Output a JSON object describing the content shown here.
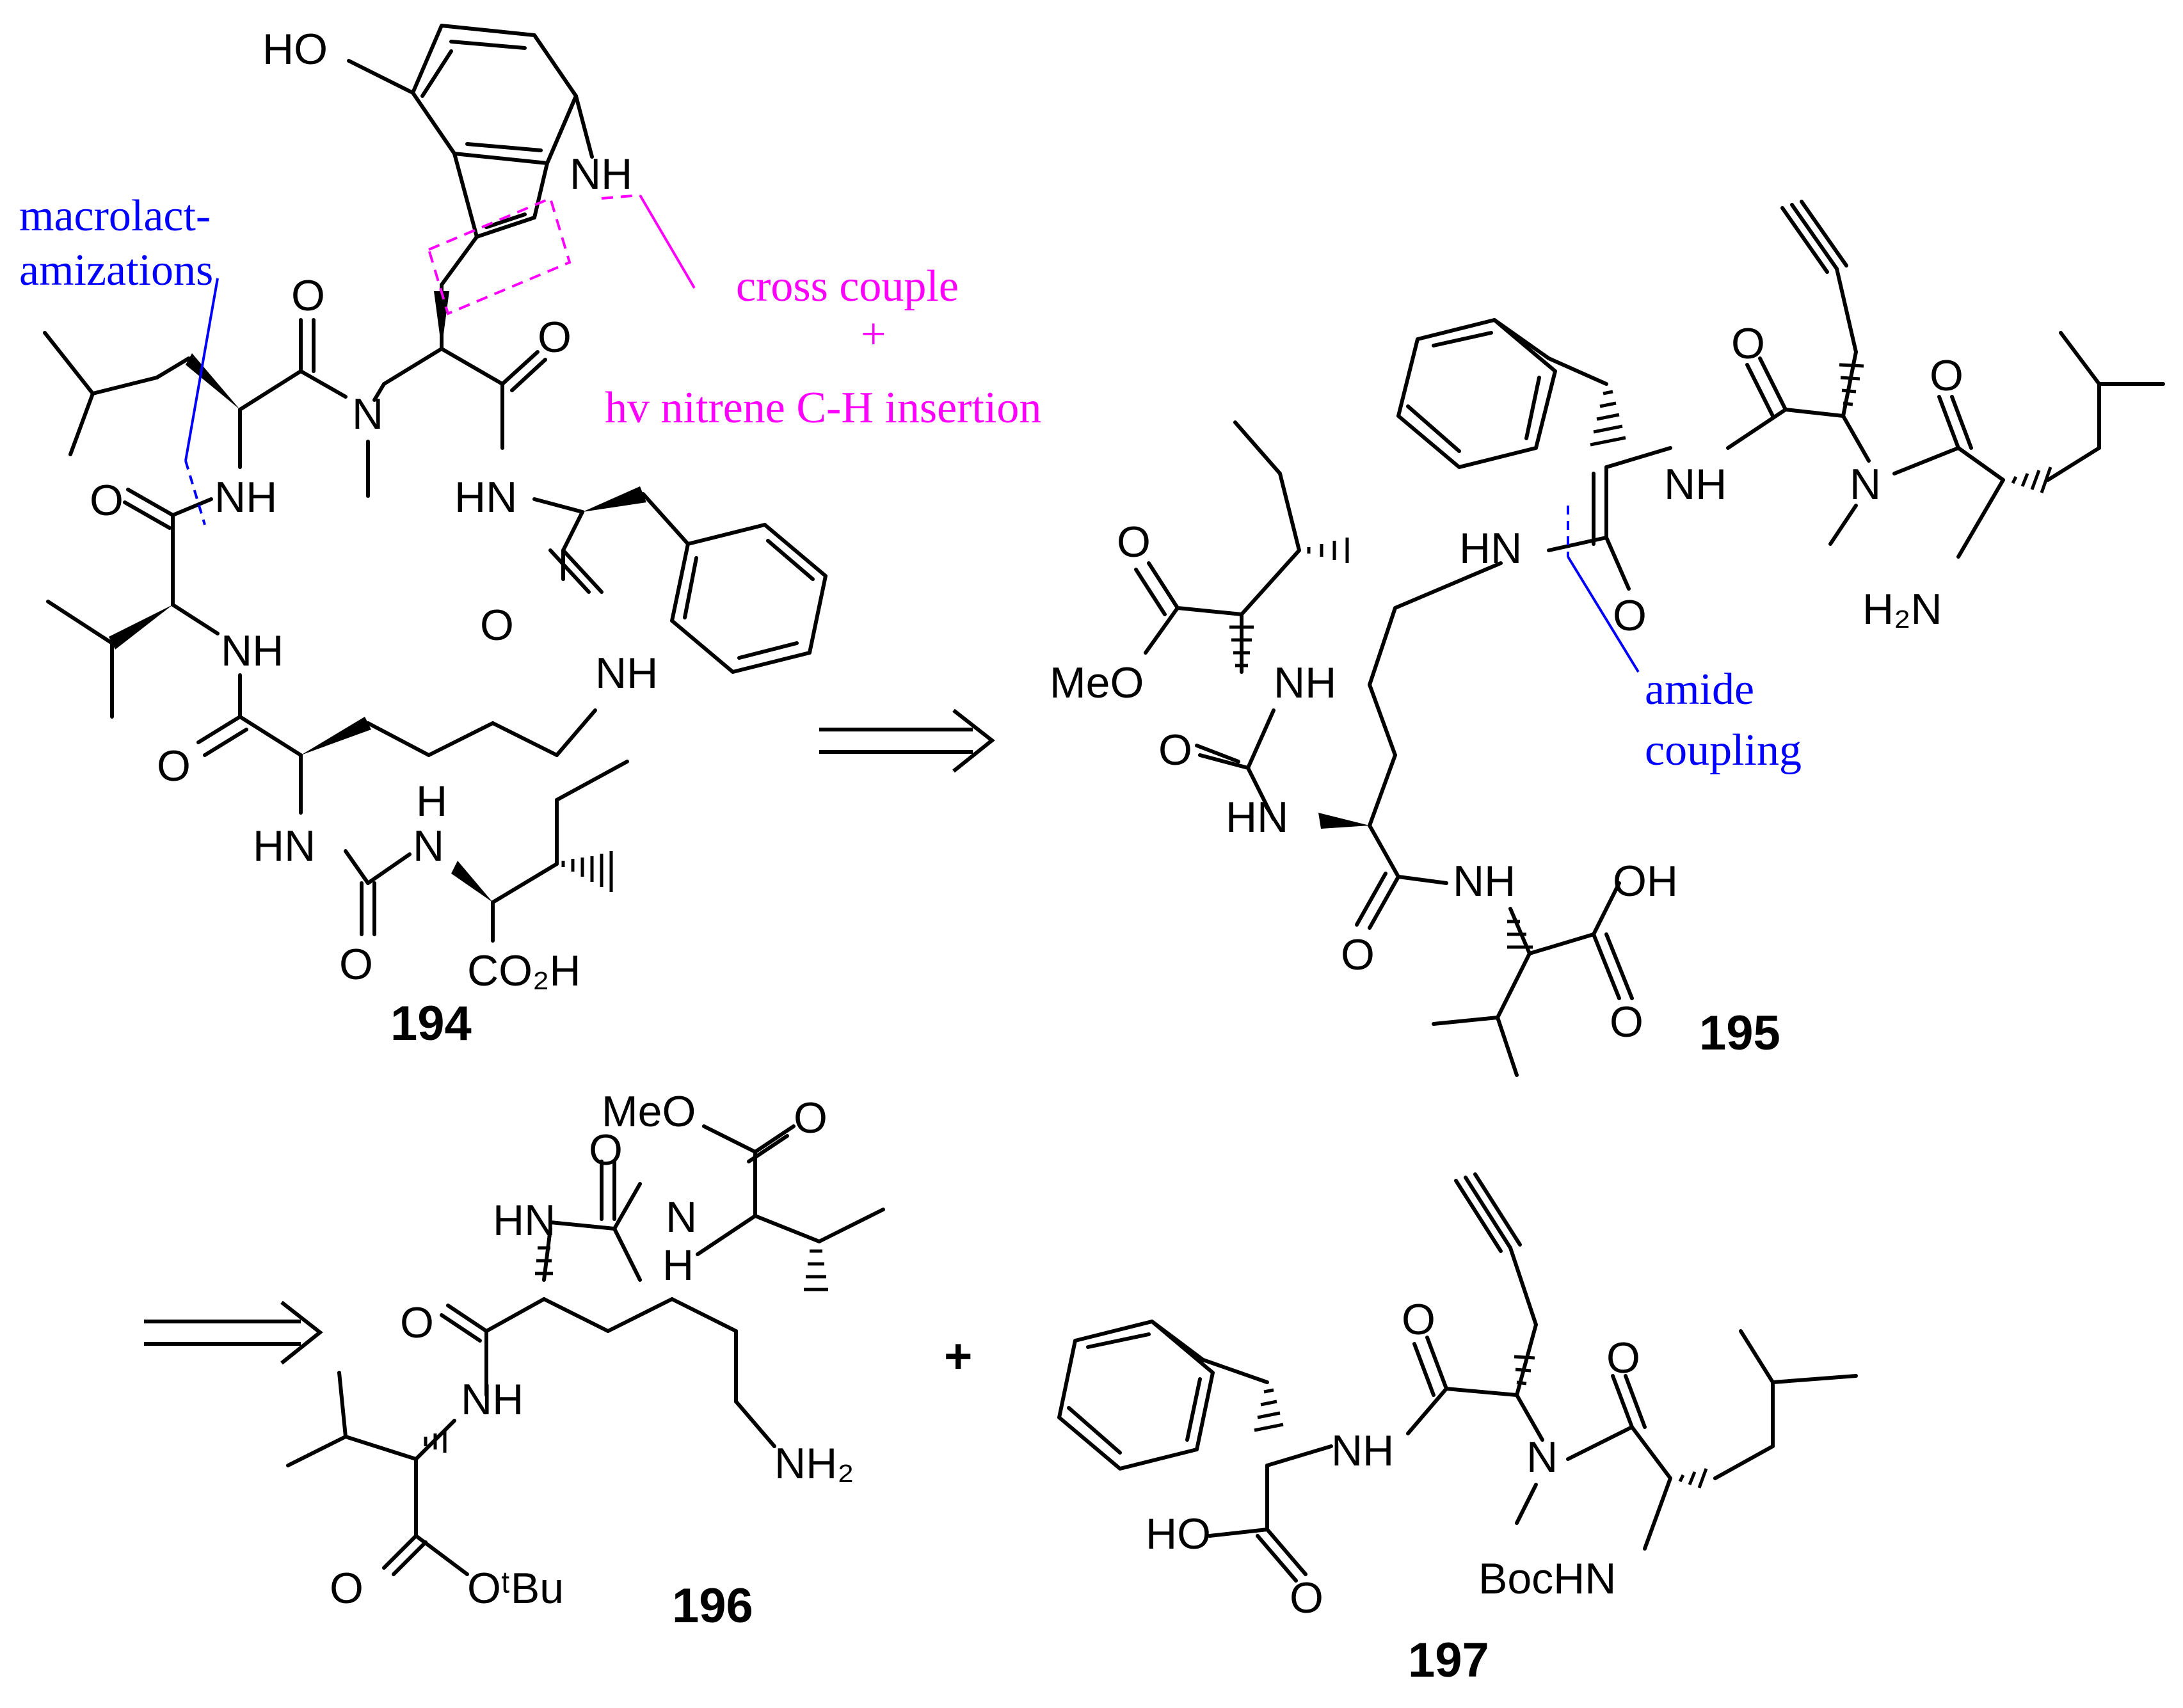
{
  "compounds": {
    "c194": "194",
    "c195": "195",
    "c196": "196",
    "c197": "197"
  },
  "atoms_194": {
    "ho": "HO",
    "nh_indole": "NH",
    "o_leu": "O",
    "o_trp": "O",
    "n_me": "N",
    "nh_leu": "NH",
    "hn_phe": "HN",
    "o_val": "O",
    "nh_val": "NH",
    "o_phe": "O",
    "nh_lys": "NH",
    "o_lys": "O",
    "hn_urea": "HN",
    "h_urea": "H",
    "n_urea": "N",
    "o_urea": "O",
    "co2h": "CO₂H"
  },
  "atoms_195": {
    "o_ester": "O",
    "meo": "MeO",
    "nh_ile": "NH",
    "o_urea": "O",
    "hn_urea": "HN",
    "hn_lys": "HN",
    "o_phe": "O",
    "nh_phe": "NH",
    "o_hpg": "O",
    "n_me": "N",
    "o_leu": "O",
    "h2n": "H₂N",
    "o_amide": "O",
    "nh_val": "NH",
    "oh": "OH",
    "o_acid": "O"
  },
  "atoms_196": {
    "meo": "MeO",
    "o_ester": "O",
    "o_urea": "O",
    "hn_urea": "HN",
    "n_urea": "N",
    "h_urea": "H",
    "o_amide": "O",
    "nh_val": "NH",
    "nh2": "NH₂",
    "o_tbu_c": "O",
    "otbu": "OᵗBu"
  },
  "atoms_197": {
    "o_hpg": "O",
    "o_leu": "O",
    "nh_phe": "NH",
    "n_me": "N",
    "ho": "HO",
    "o_acid": "O",
    "bochn": "BocHN"
  },
  "annotations": {
    "macrolact_1": "macrolact-",
    "macrolact_2": "amizations",
    "cross_couple": "cross couple",
    "plus_small": "+",
    "nitrene": "hv nitrene C-H insertion",
    "amide_1": "amide",
    "amide_2": "coupling"
  },
  "plus_sign": "+",
  "colors": {
    "structure": "#000000",
    "macrolactamization": "#0000ff",
    "cross_couple": "#ff00ff",
    "amide_coupling": "#0000ff"
  }
}
